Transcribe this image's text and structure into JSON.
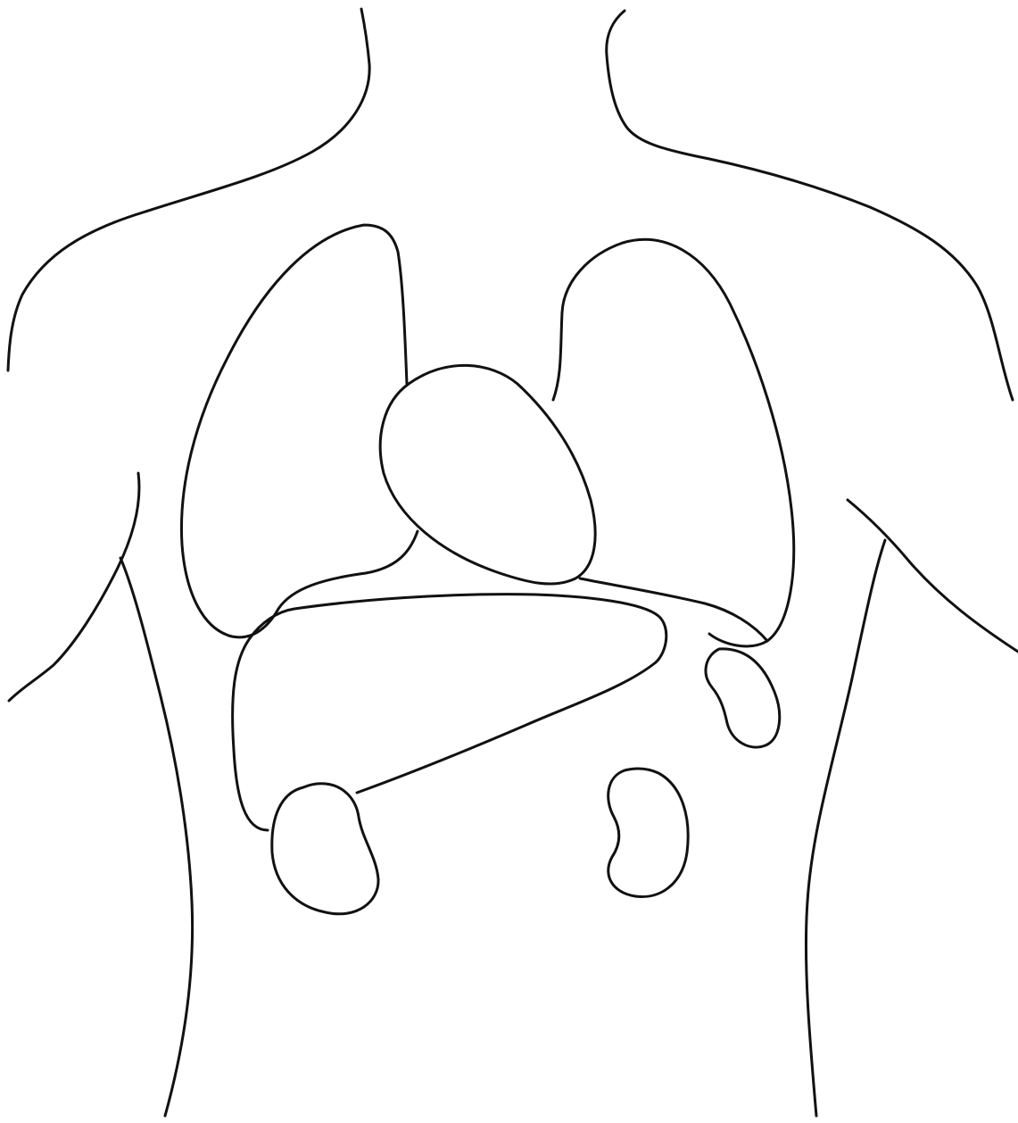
{
  "diagram": {
    "style": "black ink line drawing on white background, unlabeled",
    "ink_color": "#111111",
    "background_color": "#ffffff",
    "shapes": [
      "neck-left-outline",
      "neck-right-outline",
      "left-shoulder-outline",
      "right-shoulder-outline",
      "left-arm-outline",
      "right-arm-outline",
      "left-torso-side-outline",
      "right-torso-side-outline",
      "right-lung-outline",
      "left-lung-outline",
      "heart-outline",
      "liver-outline",
      "stomach-outline",
      "spleen-outline",
      "right-kidney-outline",
      "left-kidney-outline"
    ]
  }
}
